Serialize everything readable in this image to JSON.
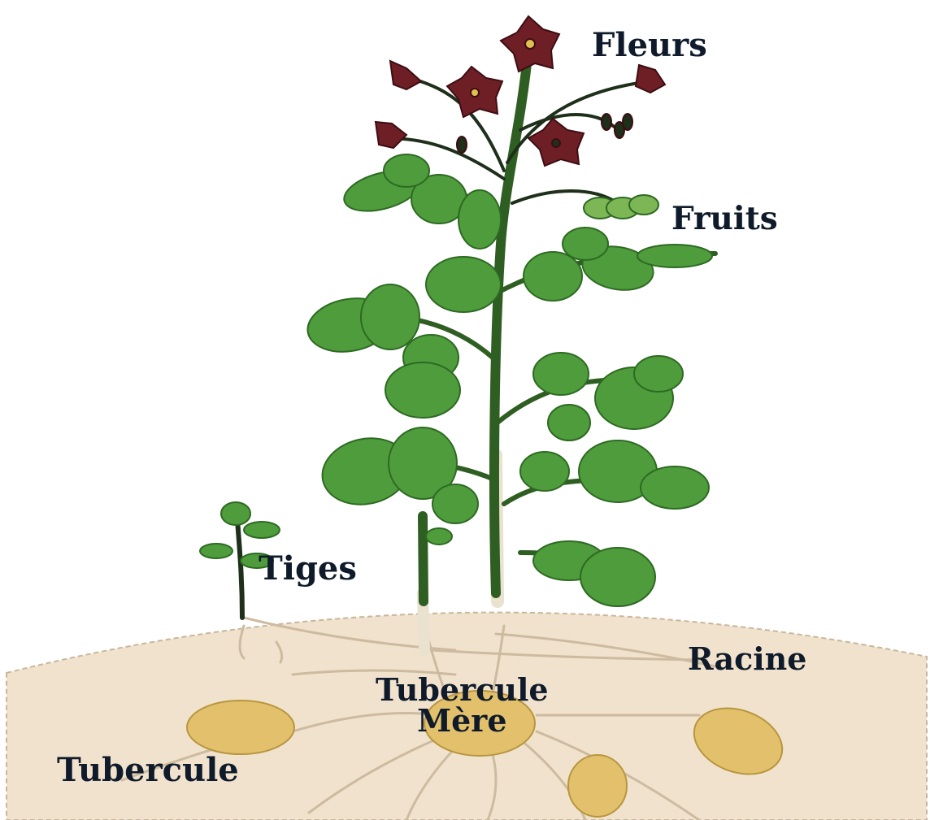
{
  "labels": {
    "fleurs": "Fleurs",
    "fruits": "Fruits",
    "tiges": "Tiges",
    "racine": "Racine",
    "tubercule_mere_line1": "Tubercule",
    "tubercule_mere_line2": "Mère",
    "tubercule": "Tubercule"
  },
  "colors": {
    "soil": "#f1e2cd",
    "soil_edge": "#c9b69c",
    "leaf": "#4f9c3c",
    "leaf_dark": "#2d6a22",
    "stem": "#2f5e23",
    "flower": "#6e1f26",
    "fruit": "#7cb655",
    "tuber": "#e3c06c",
    "root": "#cdbba0",
    "text": "#0f1b2a"
  }
}
